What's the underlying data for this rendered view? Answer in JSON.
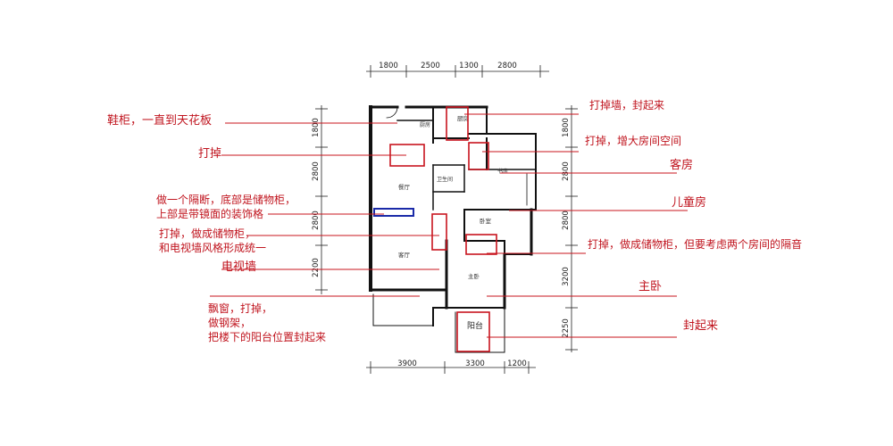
{
  "accent_red": "#c8141e",
  "dimensions": {
    "top": [
      "1800",
      "2500",
      "1300",
      "2800"
    ],
    "bottom": [
      "3900",
      "3300",
      "1200"
    ],
    "left": [
      "1800",
      "2800",
      "2800",
      "2200"
    ],
    "right": [
      "1800",
      "2800",
      "2800",
      "3200",
      "2250"
    ]
  },
  "room_labels": {
    "kitchen": "厨房",
    "bath1": "卫生间",
    "dining": "餐厅",
    "living": "客厅",
    "bedroom2": "卧室",
    "master": "主卧",
    "study": "书房",
    "balcony": "阳台",
    "hall": "厨房"
  },
  "annotations": {
    "shoe_cabinet": "鞋柜，一直到天花板",
    "remove_1": "打掉",
    "partition": "做一个隔断，底部是储物柜，\n上部是带镜面的装饰格",
    "remove_storage": "打掉，做成储物柜，\n和电视墙风格形成统一",
    "tv_wall": "电视墙",
    "bay_window": "飘窗，打掉，\n做钢架，\n把楼下的阳台位置封起来",
    "remove_wall_seal": "打掉墙，封起来",
    "remove_enlarge": "打掉，增大房间空间",
    "guest_room": "客房",
    "kids_room": "儿童房",
    "remove_storage_2": "打掉，做成储物柜，但要考虑两个房间的隔音",
    "master_bedroom": "主卧",
    "seal_up": "封起来"
  }
}
